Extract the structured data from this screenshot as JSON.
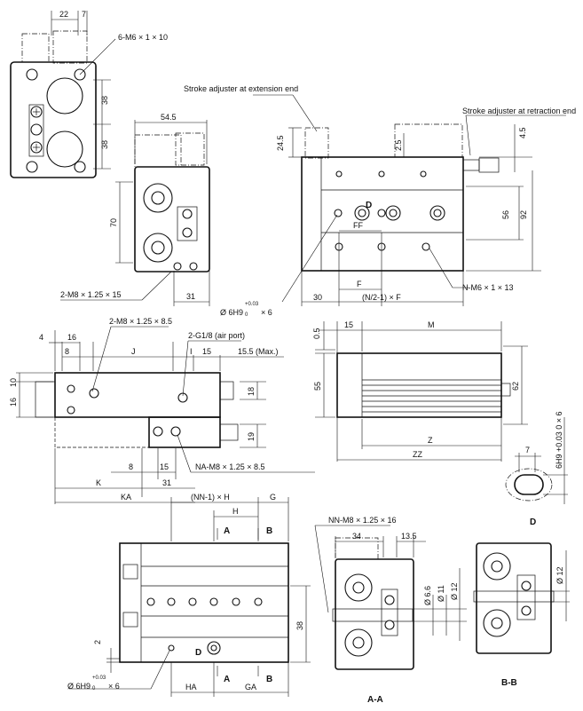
{
  "top_left_view": {
    "dim_22": "22",
    "dim_7": "7",
    "hole_callout": "6-M6 × 1 × 10",
    "dim_38_upper": "38",
    "dim_38_lower": "38"
  },
  "front_end_view": {
    "dim_54_5": "54.5",
    "dim_70": "70",
    "dim_31": "31",
    "thread_callout": "2-M8 × 1.25 × 15"
  },
  "top_view": {
    "adjuster_extension": "Stroke adjuster at extension end",
    "adjuster_retraction": "Stroke adjuster at retraction end",
    "dim_24_5": "24.5",
    "dim_2_5": "2.5",
    "dim_4_5": "4.5",
    "dim_56": "56",
    "dim_92": "92",
    "label_D": "D",
    "label_FF": "FF",
    "label_F": "F",
    "dim_30": "30",
    "dim_n2_f": "(N/2-1) × F",
    "pin_callout_base": "Ø 6H9",
    "pin_tol_upper": "+0.03",
    "pin_tol_lower": "0",
    "pin_callout_qty": "× 6",
    "n_callout": "N-M6 × 1 × 13"
  },
  "side_view": {
    "thread_callout_2m8": "2-M8 × 1.25 × 8.5",
    "air_port": "2-G1/8 (air port)",
    "dim_4": "4",
    "dim_16_top": "16",
    "dim_8_top": "8",
    "label_J": "J",
    "label_I": "I",
    "dim_15_top": "15",
    "dim_15_5_max": "15.5 (Max.)",
    "dim_10": "10",
    "dim_16_left": "16",
    "dim_18": "18",
    "dim_19": "19",
    "dim_8_bottom": "8",
    "dim_15_bottom": "15",
    "na_callout": "NA-M8 × 1.25 × 8.5",
    "label_K": "K",
    "dim_31_bottom": "31",
    "label_KA": "KA"
  },
  "right_side_view": {
    "dim_0_5": "0.5",
    "dim_15": "15",
    "label_M": "M",
    "dim_55": "55",
    "dim_62": "62",
    "label_Z": "Z",
    "label_ZZ": "ZZ"
  },
  "detail_D": {
    "dim_7": "7",
    "pin_dim": "6H9 +0.03 0 × 6",
    "title": "D"
  },
  "bottom_view": {
    "nn_h": "(NN-1) × H",
    "label_G": "G",
    "label_H": "H",
    "section_A": "A",
    "section_B": "B",
    "dim_2": "2",
    "dim_38": "38",
    "label_D": "D",
    "pin_callout_base": "Ø 6H9",
    "pin_tol_upper": "+0.03",
    "pin_tol_lower": "0",
    "pin_callout_qty": "× 6",
    "label_HA": "HA",
    "label_GA": "GA"
  },
  "section_AA": {
    "nn_callout": "NN-M8 × 1.25 × 16",
    "dim_34": "34",
    "dim_13_5": "13.5",
    "dia_6_6": "Ø 6.6",
    "dia_11": "Ø 11",
    "dia_12": "Ø 12",
    "title": "A-A"
  },
  "section_BB": {
    "dia_12": "Ø 12",
    "title": "B-B"
  }
}
